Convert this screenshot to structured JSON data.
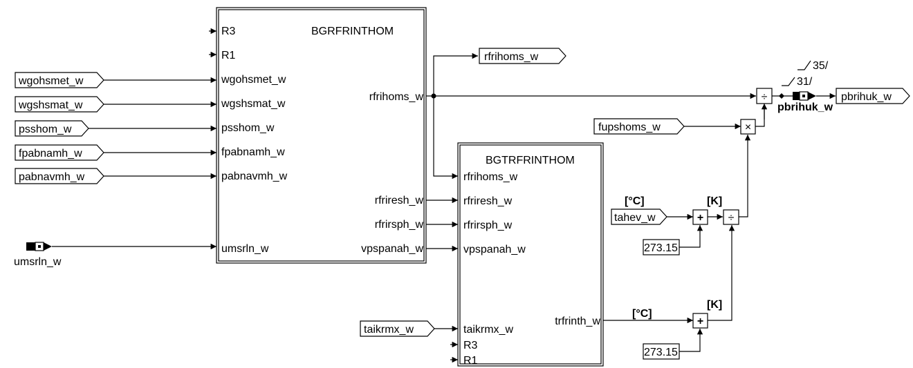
{
  "blocks": {
    "bgrfrinthom": {
      "title": "BGRFRINTHOM",
      "inputs": [
        "R3",
        "R1",
        "wgohsmet_w",
        "wgshsmat_w",
        "psshom_w",
        "fpabnamh_w",
        "pabnavmh_w",
        "umsrln_w"
      ],
      "outputs": [
        "rfrihoms_w",
        "rfriresh_w",
        "rfrirsph_w",
        "vpspanah_w"
      ]
    },
    "bgtrfrinthom": {
      "title": "BGTRFRINTHOM",
      "inputs": [
        "rfrihoms_w",
        "rfriresh_w",
        "rfrirsph_w",
        "vpspanah_w",
        "taikrmx_w",
        "R3",
        "R1"
      ],
      "outputs": [
        "trfrinth_w"
      ]
    }
  },
  "input_tags": [
    "wgohsmet_w",
    "wgshsmat_w",
    "psshom_w",
    "fpabnamh_w",
    "pabnavmh_w",
    "fupshoms_w",
    "tahev_w",
    "taikrmx_w"
  ],
  "output_tags": [
    "rfrihoms_w",
    "pbrihuk_w"
  ],
  "sources": {
    "umsrln": "umsrln_w"
  },
  "sinks": {
    "pbrihuk": "pbrihuk_w"
  },
  "constants": [
    "273.15",
    "273.15"
  ],
  "units": {
    "celsius": "[°C]",
    "kelvin": "[K]"
  },
  "operators": {
    "div": "÷",
    "mul": "×",
    "add": "+"
  },
  "refs": [
    "35/",
    "31/"
  ],
  "colors": {
    "line": "#000000",
    "background": "#ffffff"
  }
}
